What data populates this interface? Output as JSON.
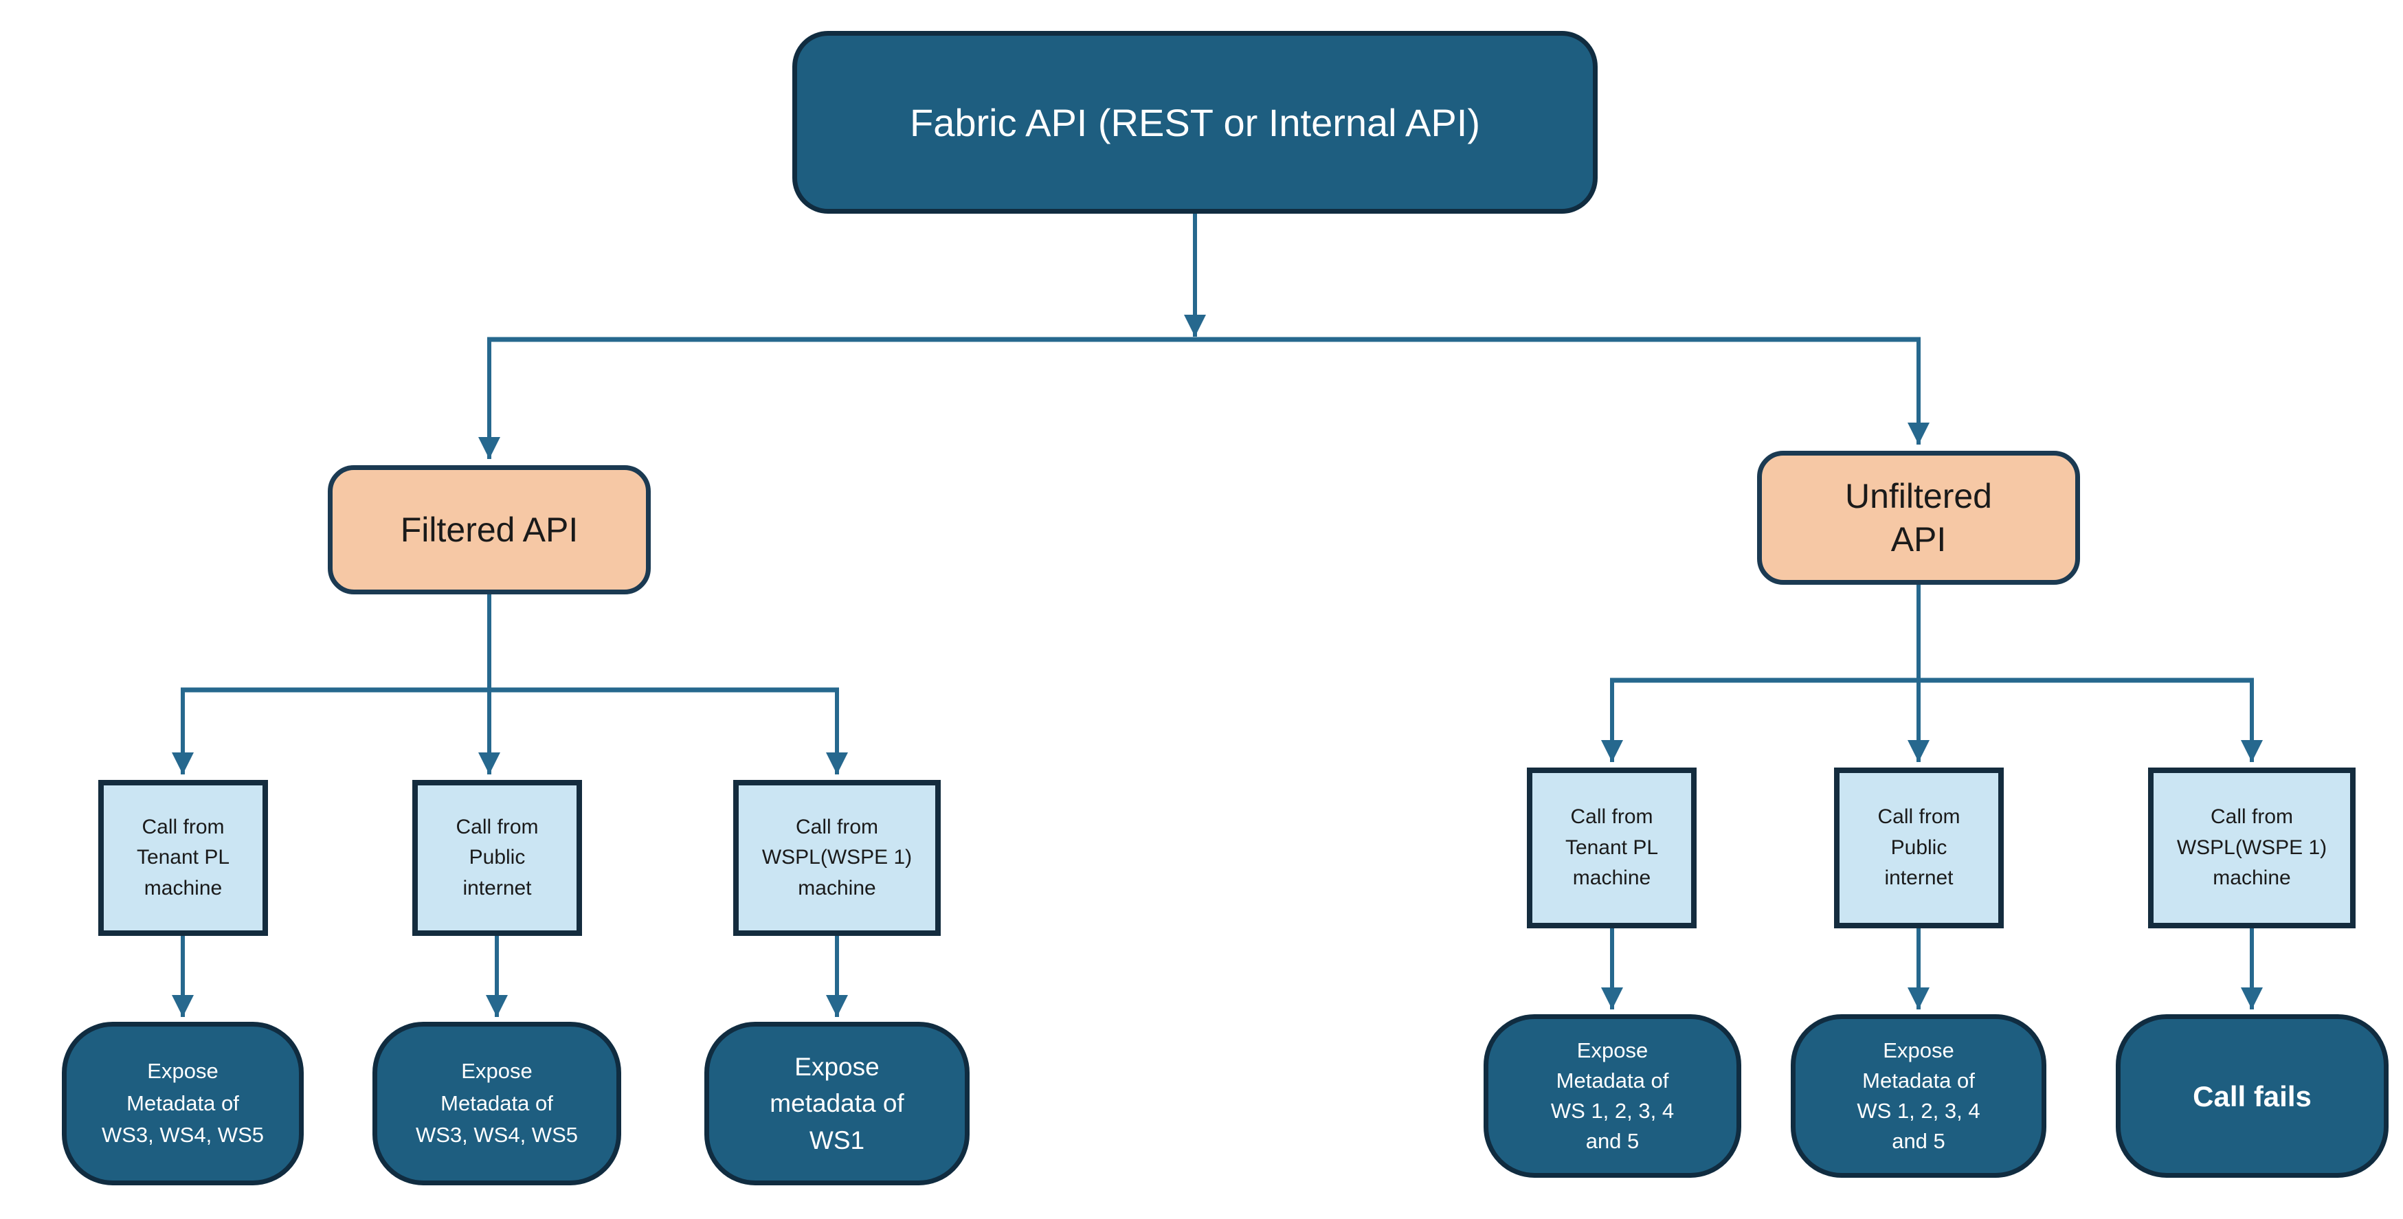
{
  "diagram": {
    "root": {
      "label": "Fabric API (REST or Internal API)"
    },
    "branches": [
      {
        "label": "Filtered API",
        "children": [
          {
            "label": "Call from\nTenant PL\nmachine"
          },
          {
            "label": "Call from\nPublic\ninternet"
          },
          {
            "label": "Call from\nWSPL(WSPE 1)\nmachine"
          }
        ],
        "results": [
          {
            "label": "Expose\nMetadata of\nWS3, WS4, WS5"
          },
          {
            "label": "Expose\nMetadata of\nWS3, WS4, WS5"
          },
          {
            "label": "Expose\nmetadata of\nWS1"
          }
        ]
      },
      {
        "label": "Unfiltered\nAPI",
        "children": [
          {
            "label": "Call from\nTenant PL\nmachine"
          },
          {
            "label": "Call from\nPublic\ninternet"
          },
          {
            "label": "Call from\nWSPL(WSPE 1)\nmachine"
          }
        ],
        "results": [
          {
            "label": "Expose\nMetadata of\nWS 1, 2, 3, 4\nand 5"
          },
          {
            "label": "Expose\nMetadata of\nWS 1, 2, 3, 4\nand 5"
          },
          {
            "label": "Call fails"
          }
        ]
      }
    ]
  },
  "colors": {
    "node_dark_fill": "#1E5E80",
    "node_dark_border": "#102C40",
    "node_light_fill": "#CBE5F3",
    "node_light_border": "#142C3E",
    "node_accent_fill": "#F6C8A5",
    "node_accent_border": "#1B3A52",
    "connector": "#26688E",
    "text_light": "#FFFFFF",
    "text_dark": "#1A1A1A",
    "background": "#FFFFFF"
  }
}
